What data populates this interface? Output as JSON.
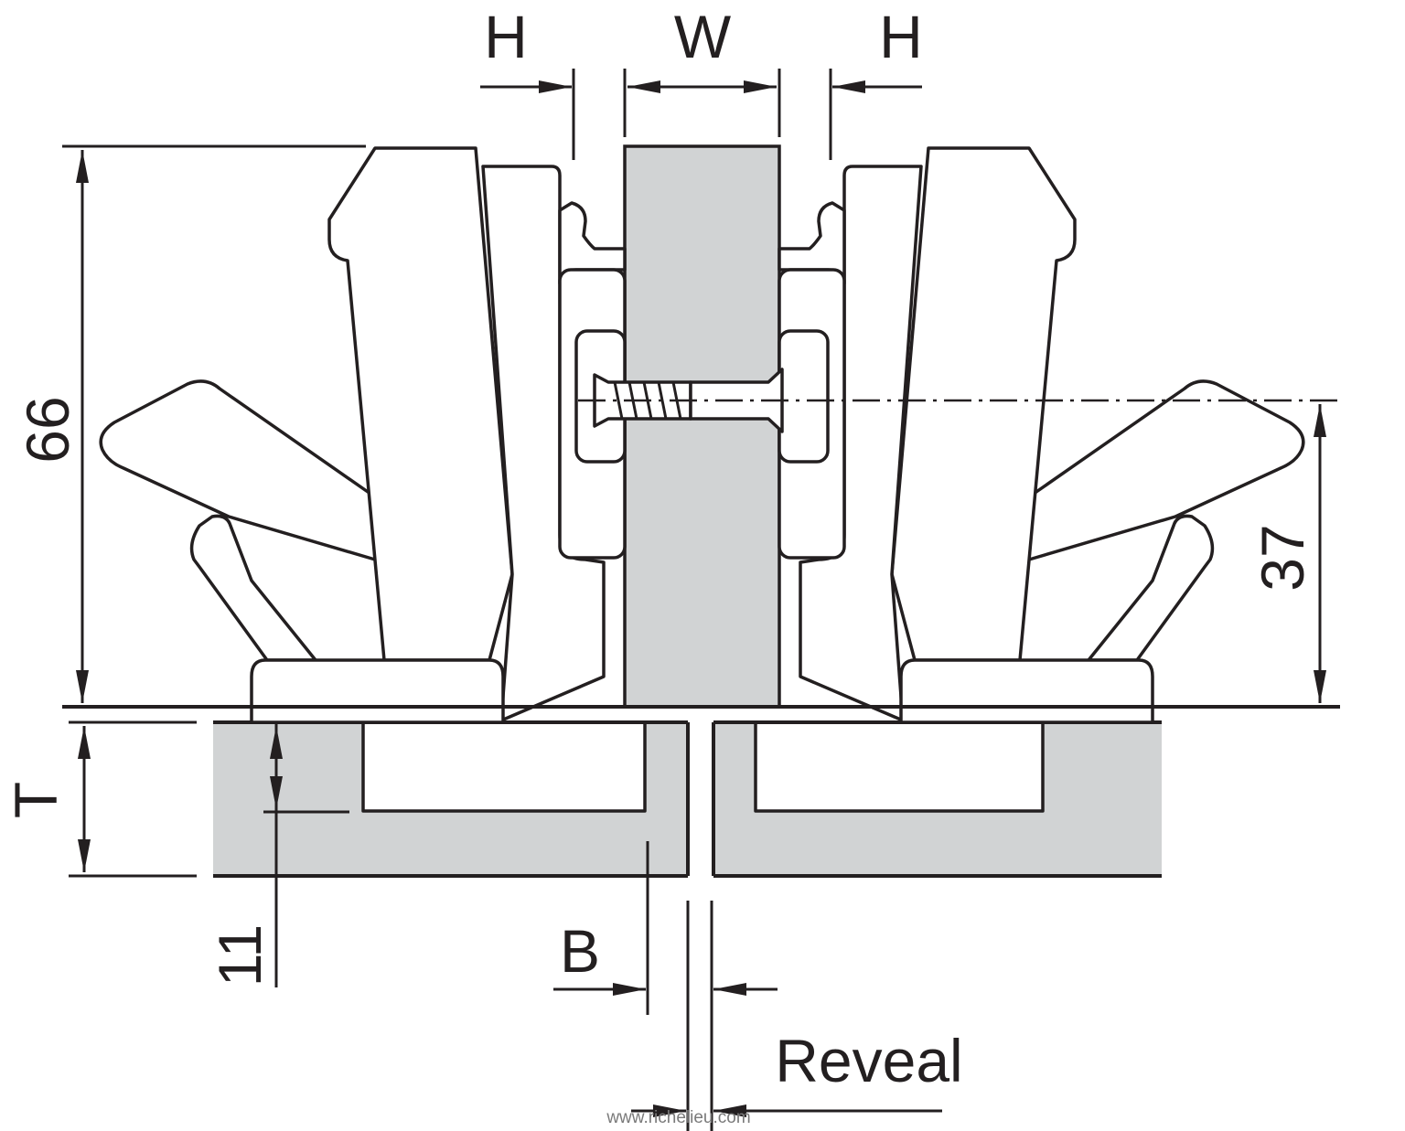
{
  "diagram": {
    "title": "Concealed hinge mounting dimensions",
    "labels": {
      "h_left": "H",
      "w": "W",
      "h_right": "H",
      "height_66": "66",
      "height_37": "37",
      "thickness_t": "T",
      "depth_11": "11",
      "b": "B",
      "reveal": "Reveal"
    },
    "watermark": "www.richelieu.com",
    "colors": {
      "line": "#231f20",
      "panel_fill": "#d1d3d4",
      "watermark": "#7a7a7a"
    }
  }
}
